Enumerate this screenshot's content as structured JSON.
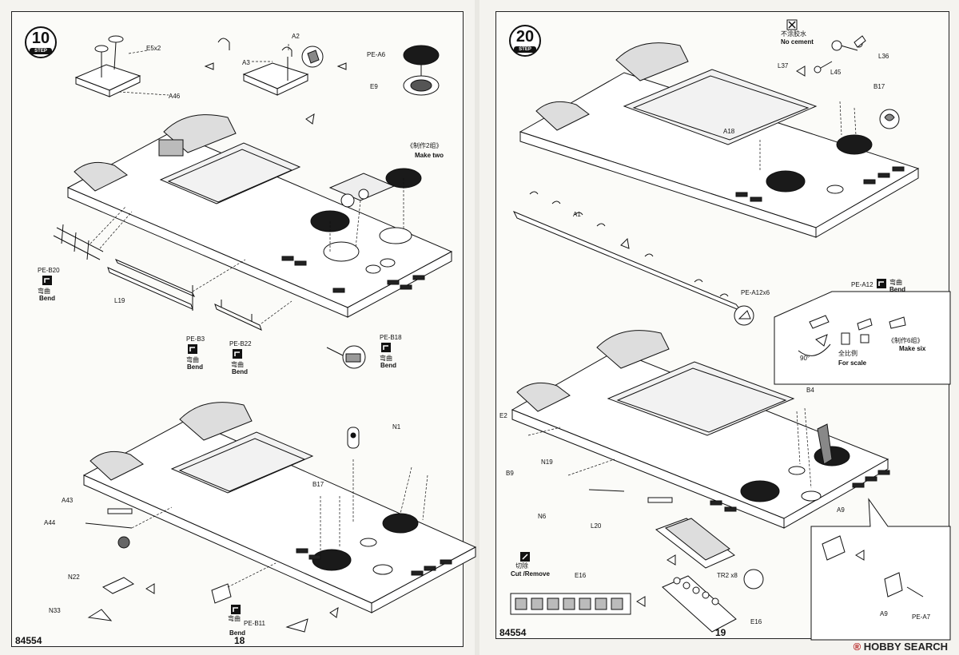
{
  "left_page": {
    "step_number": "10",
    "step_label": "STEP",
    "page_number": "18",
    "kit_code": "84554",
    "top_labels": {
      "e5": "E5x2",
      "a46": "A46",
      "a2": "A2",
      "a3": "A3",
      "pe_a6": "PE-A6",
      "e9": "E9"
    },
    "make_two_cn": "《制作2组》",
    "make_two_en": "Make two",
    "upper_labels": {
      "pe_b20": "PE-B20",
      "l19": "L19",
      "pe_b3": "PE-B3",
      "pe_b22": "PE-B22",
      "pe_b18": "PE-B18"
    },
    "bend_cn": "弯曲",
    "bend_en": "Bend",
    "lower_labels": {
      "n1": "N1",
      "b17": "B17",
      "a43": "A43",
      "a44": "A44",
      "n22": "N22",
      "n33": "N33",
      "pe_b11": "PE-B11"
    }
  },
  "right_page": {
    "step_number": "20",
    "step_label": "STEP",
    "page_number": "19",
    "kit_code": "84554",
    "no_cement_cn": "不涂胶水",
    "no_cement_en": "No cement",
    "top_labels": {
      "l36": "L36",
      "l37": "L37",
      "l45": "L45",
      "b17": "B17",
      "a18": "A18",
      "a1": "A1",
      "pe_a12": "PE-A12x6"
    },
    "inset": {
      "pe_a12": "PE-A12",
      "bend_cn": "弯曲",
      "bend_en": "Bend",
      "scale_cn": "全比例",
      "scale_en": "For scale",
      "make_six_cn": "《制作6组》",
      "make_six_en": "Make six",
      "angle": "90°"
    },
    "lower_labels": {
      "b4": "B4",
      "e2": "E2",
      "b9": "B9",
      "n19": "N19",
      "n6": "N6",
      "l20": "L20",
      "a9": "A9",
      "e16": "E16",
      "tr2": "TR2 x8",
      "e16b": "E16",
      "a9b": "A9",
      "pe_a7": "PE-A7"
    },
    "cut_cn": "切除",
    "cut_en": "Cut /Remove"
  },
  "watermark": {
    "brand": "HOBBY SEARCH",
    "mark": "®"
  }
}
